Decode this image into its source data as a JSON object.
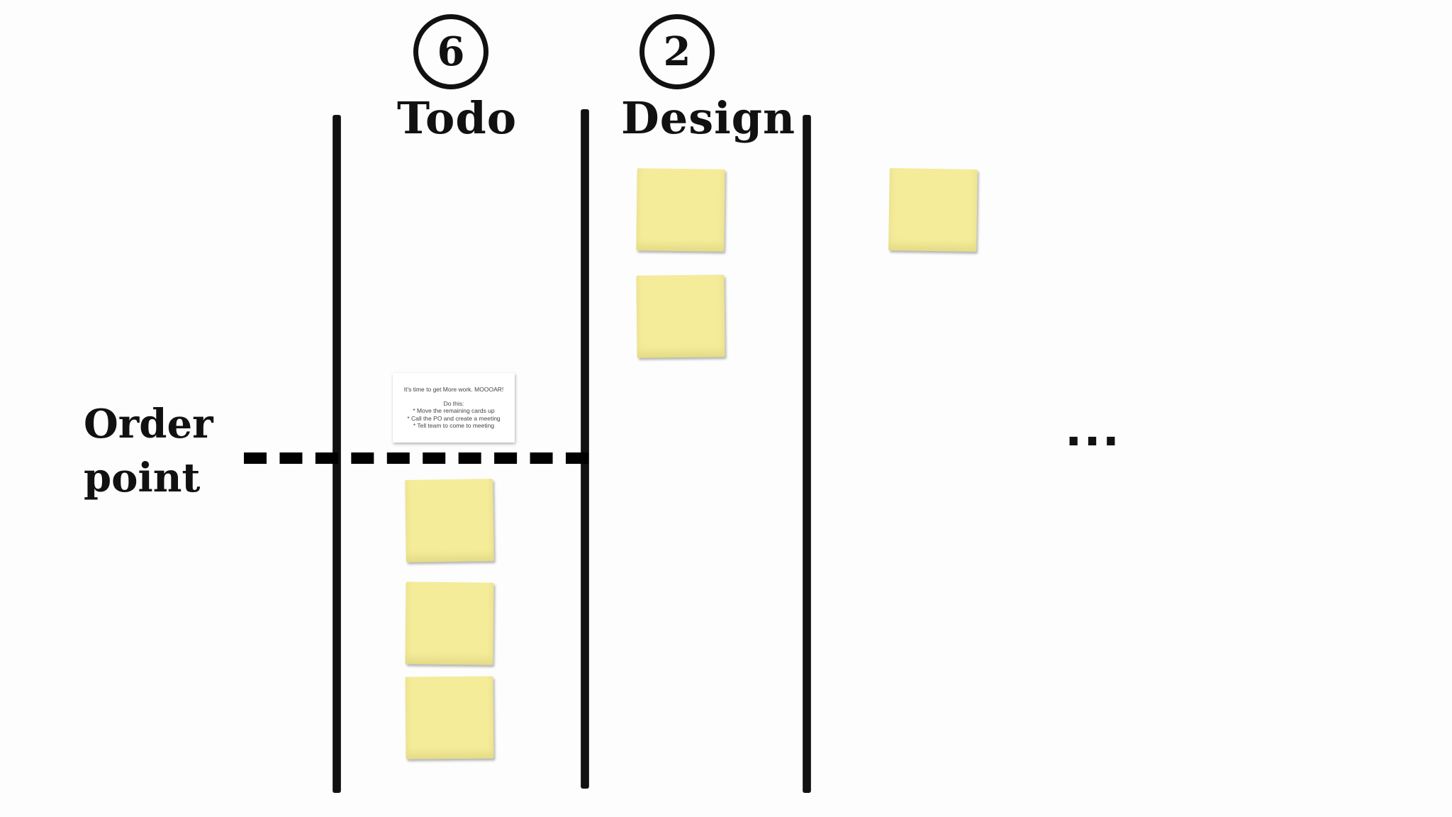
{
  "columns": [
    {
      "title": "Todo",
      "wip_limit": "6"
    },
    {
      "title": "Design",
      "wip_limit": "2"
    }
  ],
  "order_point": {
    "label_line1": "Order",
    "label_line2": "point"
  },
  "instruction_card": {
    "line1": "It's time to get More work. MOOOAR!",
    "line2": "Do this:",
    "line3": "* Move the remaining cards up",
    "line4": "* Call the PO and create a meeting",
    "line5": "* Tell team to come to meeting"
  },
  "ellipsis": "...",
  "colors": {
    "sticky_note": "#f5ec9a",
    "ink": "#111111"
  }
}
